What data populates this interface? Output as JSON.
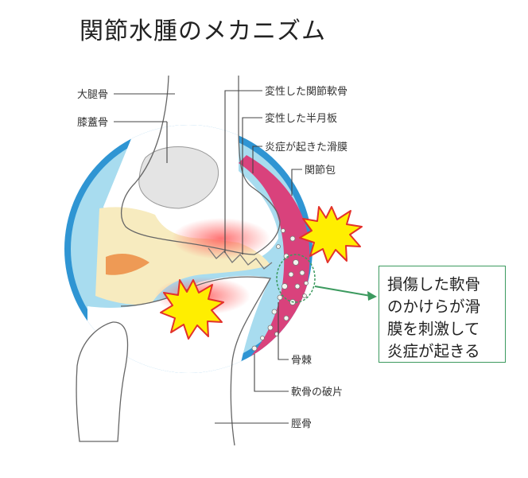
{
  "title": "関節水腫のメカニズム",
  "labels": {
    "femur": "大腿骨",
    "patella": "膝蓋骨",
    "degenerated_cartilage": "変性した関節軟骨",
    "degenerated_meniscus": "変性した半月板",
    "inflamed_synovium": "炎症が起きた滑膜",
    "joint_capsule": "関節包",
    "osteophyte": "骨棘",
    "cartilage_fragments": "軟骨の破片",
    "tibia": "脛骨"
  },
  "callout": {
    "lines": [
      "損傷した軟骨",
      "のかけらが滑",
      "膜を刺激して",
      "炎症が起きる"
    ]
  },
  "colors": {
    "capsule_blue": "#2f95d3",
    "synovial_fluid": "#a8dcef",
    "synovium_pink": "#d9427c",
    "cartilage_cream": "#f7ebbf",
    "meniscus_orange": "#ee9a55",
    "patella_gray": "#e4e4e4",
    "burst_yellow": "#ffee00",
    "burst_red": "#e3312b",
    "callout_green": "#3c9a5f"
  }
}
